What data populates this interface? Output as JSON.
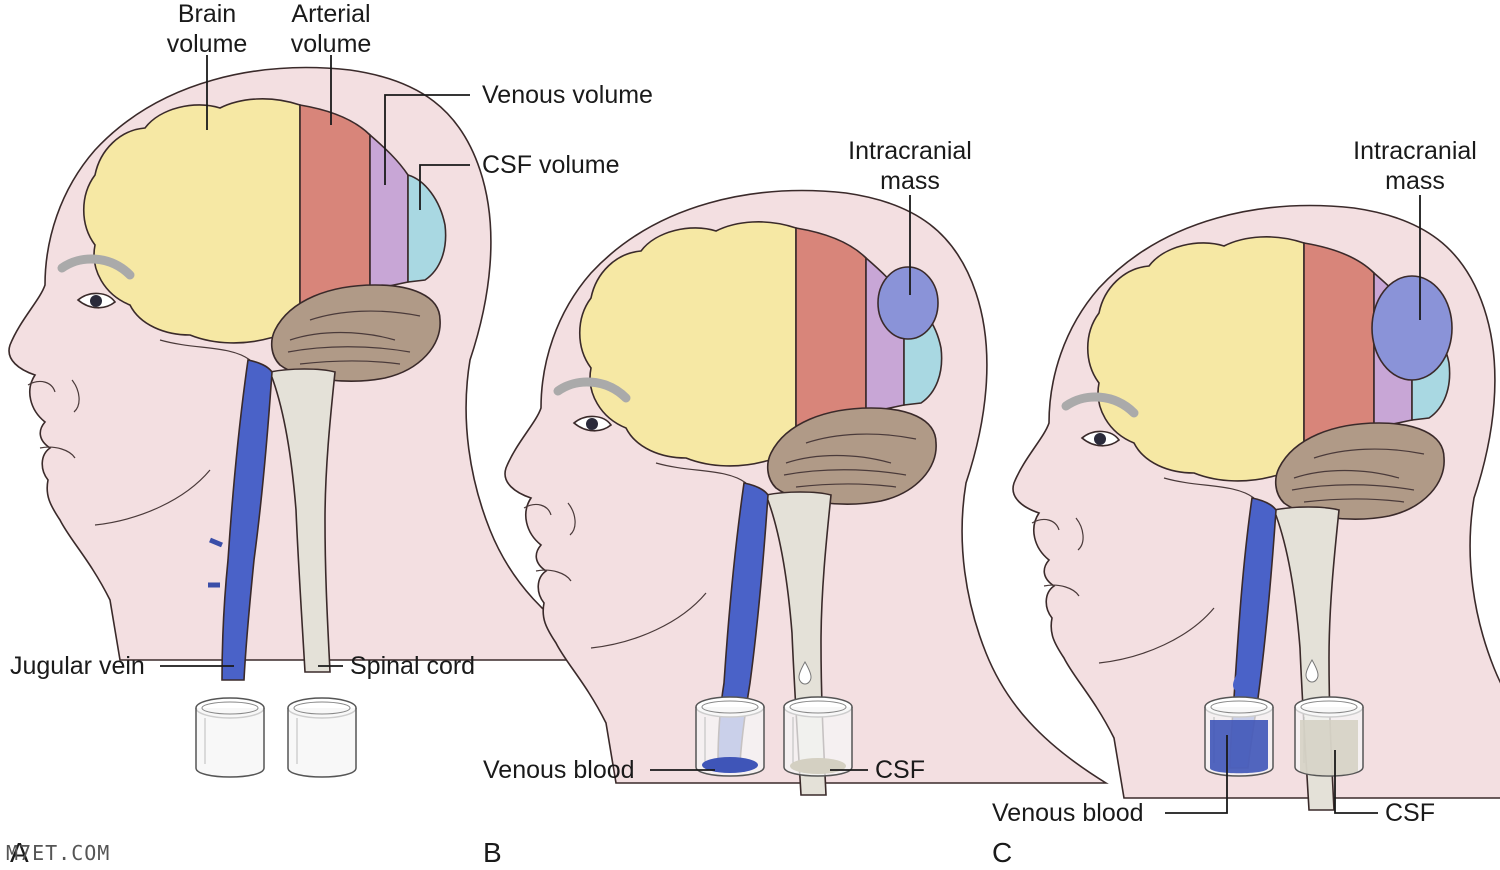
{
  "panels": [
    {
      "letter": "A",
      "labels": {
        "brain": [
          "Brain",
          "volume"
        ],
        "arterial": [
          "Arterial",
          "volume"
        ],
        "venous": "Venous volume",
        "csf": "CSF volume",
        "jugular": "Jugular vein",
        "spinal": "Spinal cord"
      }
    },
    {
      "letter": "B",
      "labels": {
        "mass": [
          "Intracranial",
          "mass"
        ],
        "venous_blood": "Venous blood",
        "csf": "CSF"
      }
    },
    {
      "letter": "C",
      "labels": {
        "mass": [
          "Intracranial",
          "mass"
        ],
        "venous_blood": "Venous blood",
        "csf": "CSF"
      }
    }
  ],
  "watermark": "M7ET.COM",
  "colors": {
    "skin": "#f3dfe1",
    "brain": "#f6e8a4",
    "arterial": "#d8857a",
    "venous": "#c8a6d6",
    "csf": "#a9d8e2",
    "mass": "#8a93d8",
    "cerebellum": "#b09a87",
    "vein": "#4a62c8",
    "spinal_cord": "#e4e1d8"
  }
}
